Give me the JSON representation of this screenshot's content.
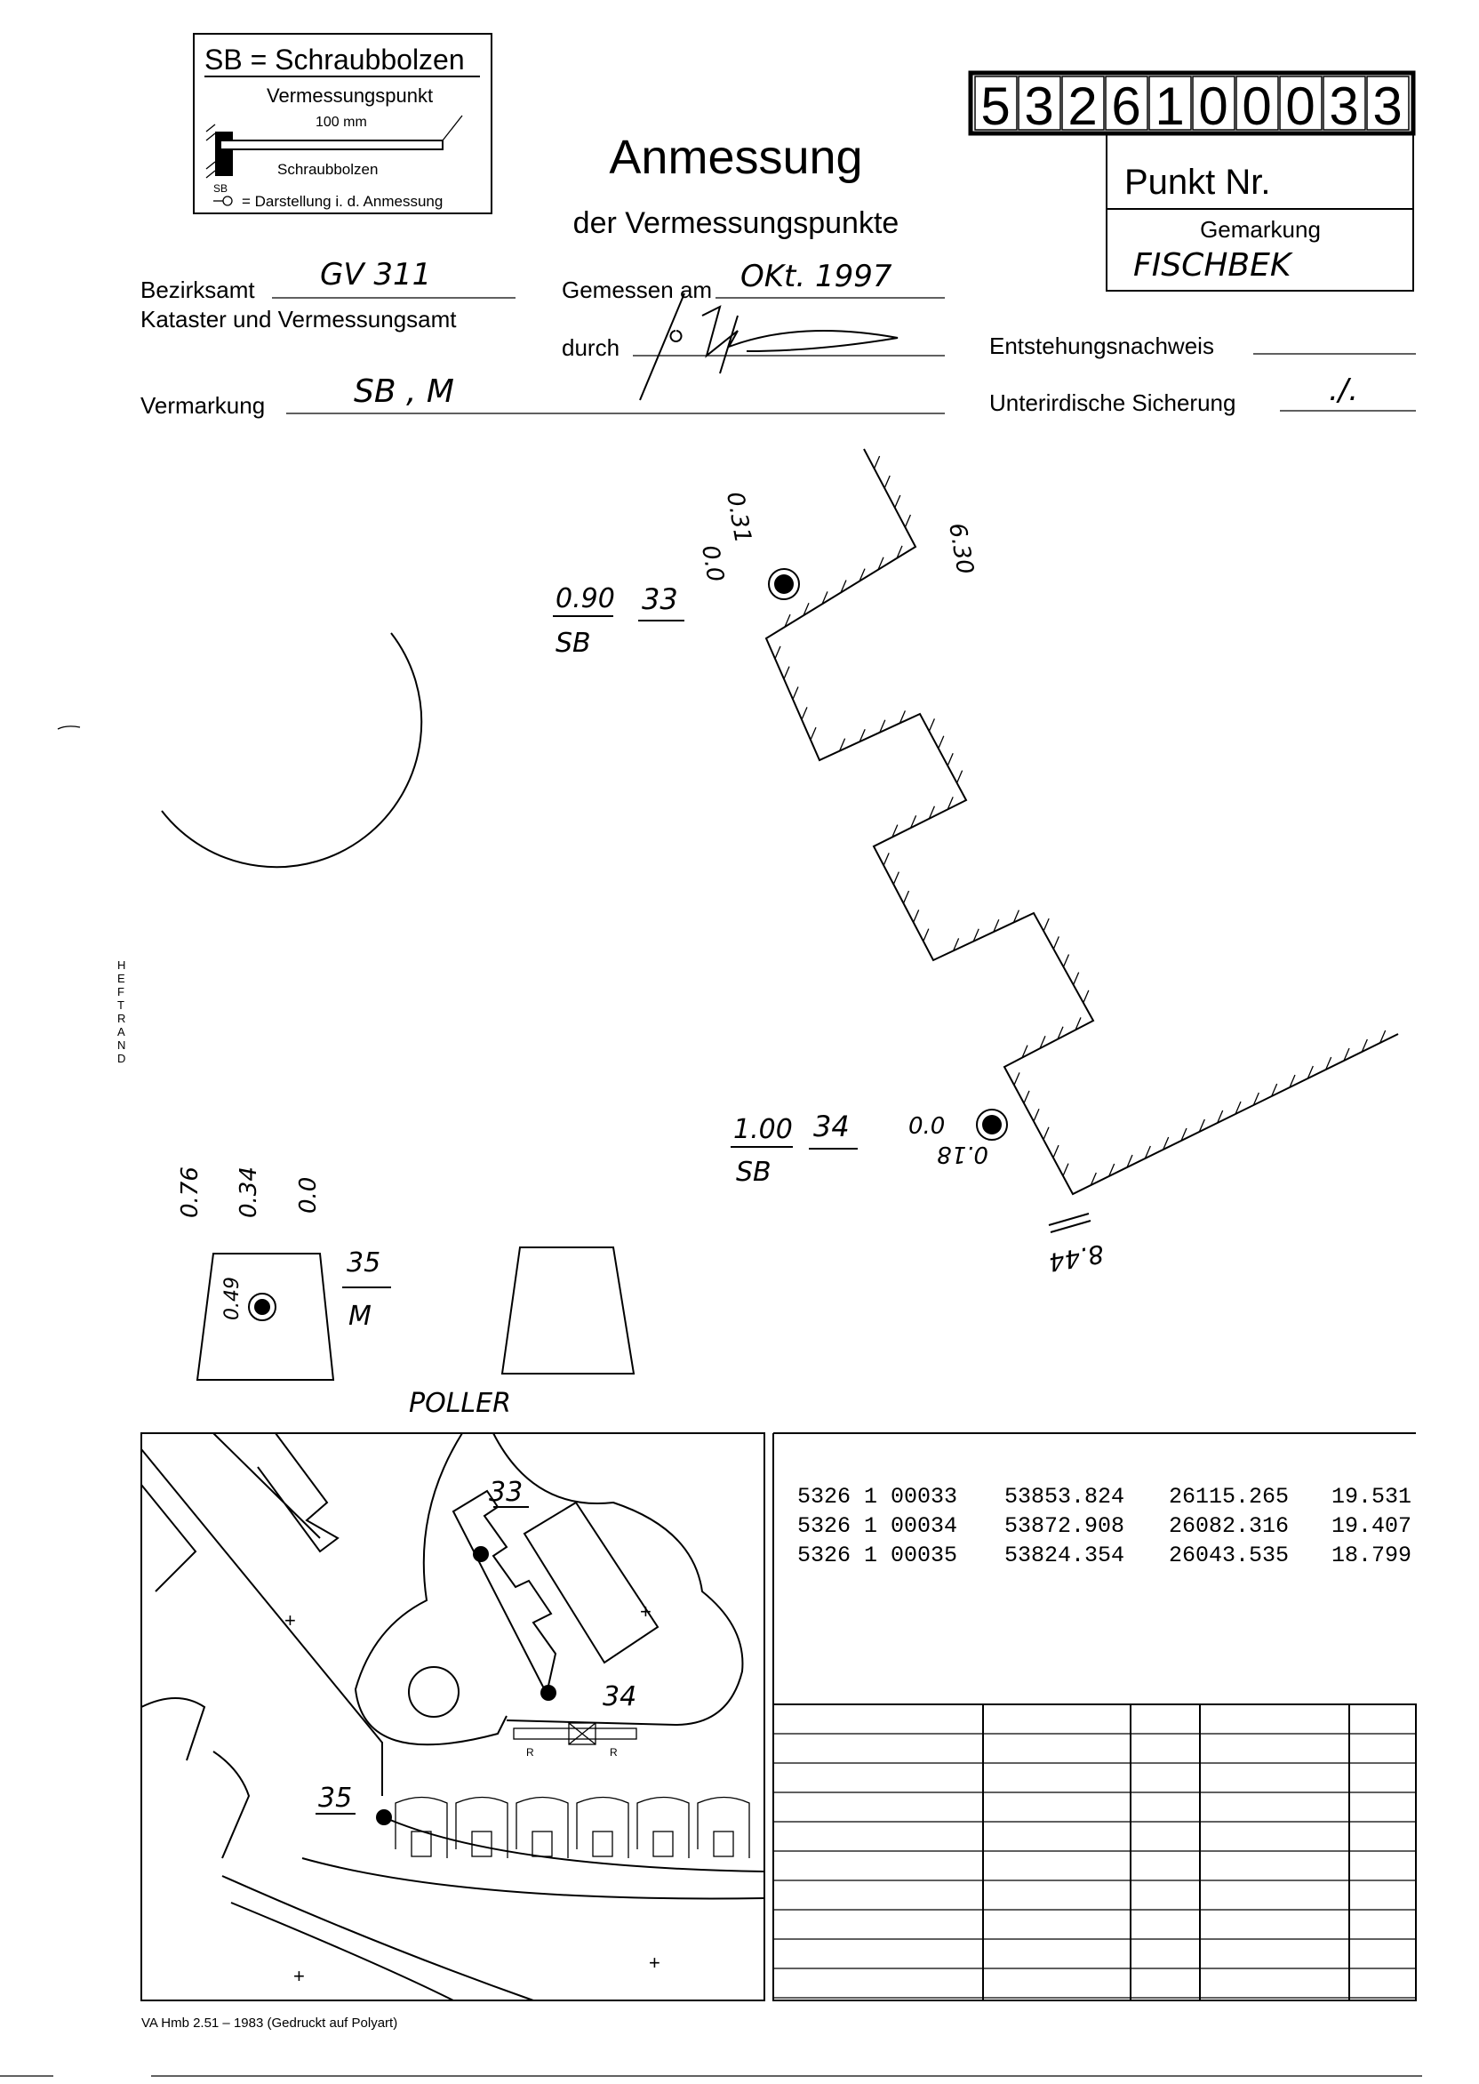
{
  "legend": {
    "title": "SB = Schraubbolzen",
    "vermessungspunkt": "Vermessungspunkt",
    "length": "100 mm",
    "schraubbolzen": "Schraubbolzen",
    "symbol_label": "SB",
    "darstellung": "= Darstellung i. d. Anmessung"
  },
  "header": {
    "title": "Anmessung",
    "subtitle": "der Vermessungspunkte",
    "punkt_digits": [
      "5",
      "3",
      "2",
      "6",
      "1",
      "0",
      "0",
      "0",
      "3",
      "3"
    ],
    "punkt_label": "Punkt Nr.",
    "gemarkung_label": "Gemarkung",
    "gemarkung_value": "FISCHBEK"
  },
  "form": {
    "bezirksamt_label": "Bezirksamt",
    "bezirksamt_value": "GV 311",
    "kataster_label": "Kataster und Vermessungsamt",
    "gemessen_label": "Gemessen am",
    "gemessen_value": "OKt. 1997",
    "durch_label": "durch",
    "vermarkung_label": "Vermarkung",
    "vermarkung_value": "SB , M",
    "entstehung_label": "Entstehungsnachweis",
    "sicherung_label": "Unterirdische Sicherung",
    "sicherung_value": "./."
  },
  "margin_label": [
    "H",
    "E",
    "F",
    "T",
    "R",
    "A",
    "N",
    "D"
  ],
  "sketch": {
    "p33": {
      "depth": "0.90",
      "type": "SB",
      "num": "33",
      "m1": "0.31",
      "m2": "0.0",
      "m3": "6.30"
    },
    "p34": {
      "depth": "1.00",
      "type": "SB",
      "num": "34",
      "m1": "0.0",
      "m2": "0.18",
      "m3": "8.44"
    },
    "p35": {
      "num": "35",
      "type": "M",
      "m1": "0.76",
      "m2": "0.34",
      "m3": "0.0",
      "m4": "0.49"
    },
    "poller": "POLLER"
  },
  "map": {
    "labels": [
      "33",
      "34",
      "35"
    ],
    "r_labels": [
      "R",
      "R"
    ]
  },
  "coordinates": [
    {
      "id": "5326 1 00033",
      "x": "53853.824",
      "y": "26115.265",
      "h": "19.531"
    },
    {
      "id": "5326 1 00034",
      "x": "53872.908",
      "y": "26082.316",
      "h": "19.407"
    },
    {
      "id": "5326 1 00035",
      "x": "53824.354",
      "y": "26043.535",
      "h": "18.799"
    }
  ],
  "footer": "VA Hmb 2.51 – 1983 (Gedruckt auf Polyart)"
}
